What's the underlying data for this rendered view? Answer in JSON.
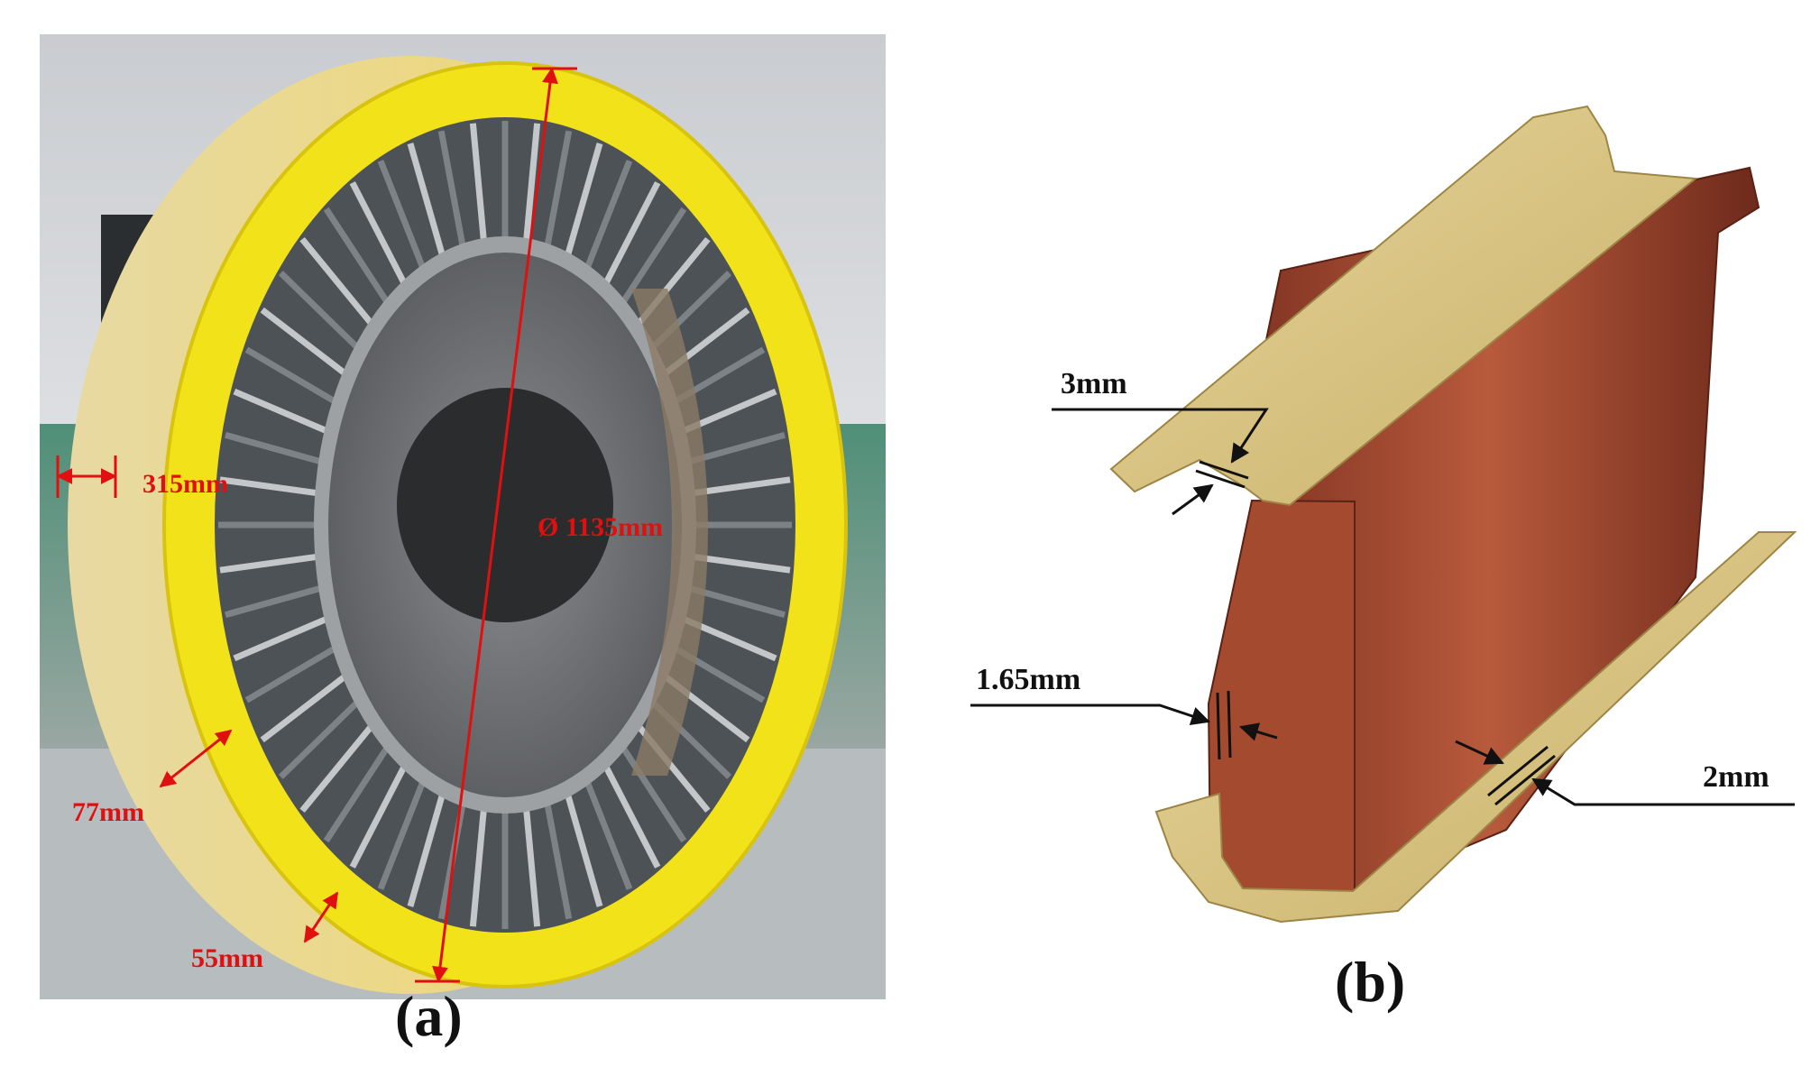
{
  "figure": {
    "panel_a": {
      "caption": "(a)",
      "dimensions": {
        "width": "315mm",
        "diameter": "Ø 1135mm",
        "tread": "77mm",
        "spoke": "55mm"
      }
    },
    "panel_b": {
      "caption": "(b)",
      "dimensions": {
        "top": "3mm",
        "web": "1.65mm",
        "flange": "2mm"
      }
    }
  },
  "colors": {
    "tire_yellow": "#f2e21a",
    "spoke_gray": "#5a5f63",
    "hub_gray": "#6b6e70",
    "annotation_red": "#e01010",
    "profile_tan": "#d8c483",
    "profile_copper": "#b85a3c"
  }
}
